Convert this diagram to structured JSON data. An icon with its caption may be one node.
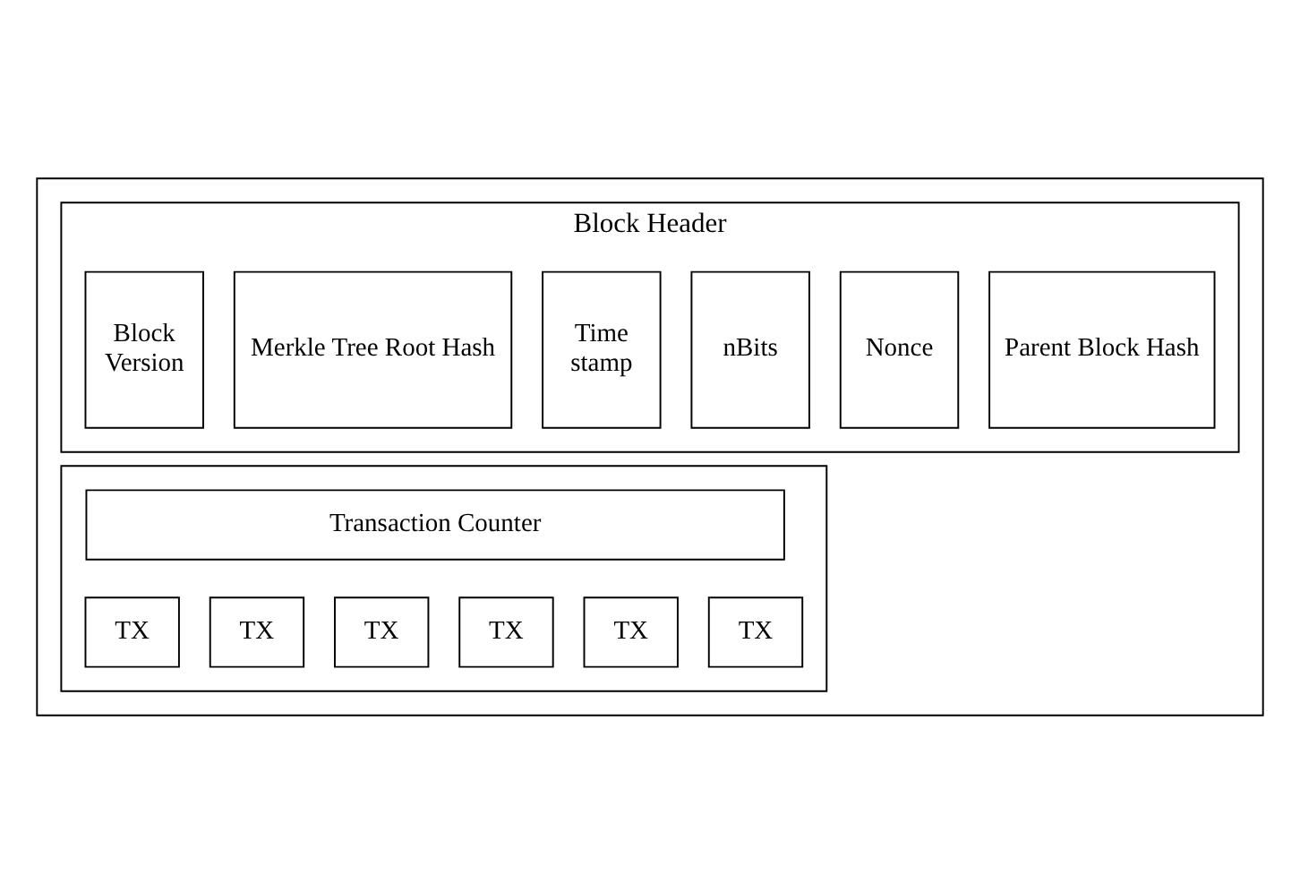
{
  "diagram": {
    "nodes": [
      {
        "text": [],
        "shape": "box"
      },
      {
        "text": [
          "Block Header"
        ],
        "in": 0
      },
      {
        "text": [
          "Block Version"
        ],
        "in": 1
      },
      {
        "text": [
          "Merkle Tree Root Hash"
        ],
        "in": 1
      },
      {
        "text": [
          "Time stamp"
        ],
        "in": 1
      },
      {
        "text": [
          "nBits"
        ],
        "in": 1
      },
      {
        "text": [
          "Nonce"
        ],
        "in": 1
      },
      {
        "text": [
          "Parent Block Hash"
        ],
        "in": 1
      },
      {
        "text": [],
        "shape": "box",
        "in": 0
      },
      {
        "text": [
          "Transaction Counter"
        ],
        "in": 8
      },
      {
        "text": [
          "TX"
        ],
        "in": 8
      },
      {
        "text": [
          "TX"
        ],
        "in": 8
      },
      {
        "text": [
          "TX"
        ],
        "in": 8
      },
      {
        "text": [
          "TX"
        ],
        "in": 8
      },
      {
        "text": [
          "TX"
        ],
        "in": 8
      },
      {
        "text": [
          "TX"
        ],
        "in": 8
      }
    ],
    "edges": []
  }
}
